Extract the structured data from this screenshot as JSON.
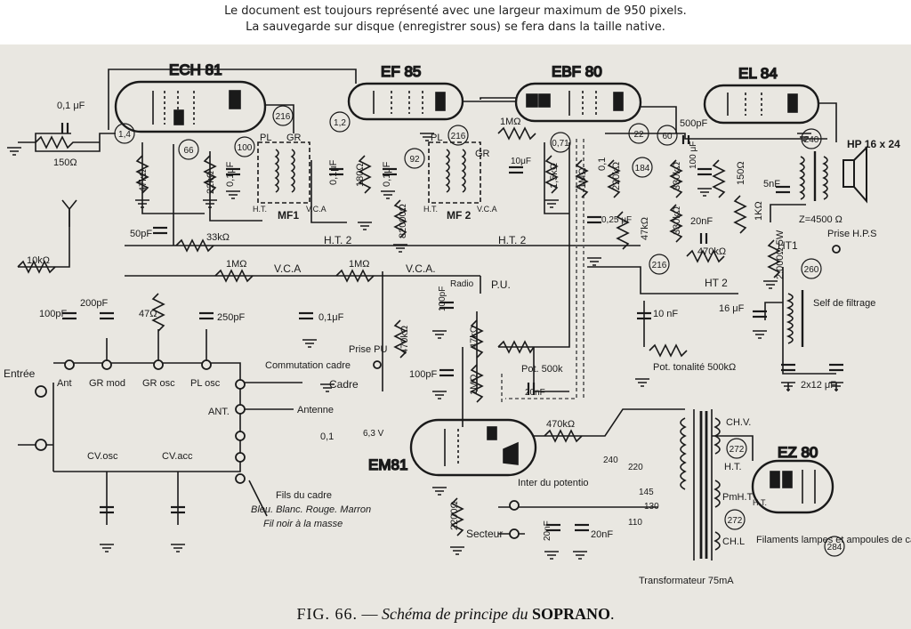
{
  "notice": {
    "line1": "Le document est toujours représenté avec une largeur maximum de 950 pixels.",
    "line2": "La sauvegarde sur disque (enregistrer sous) se fera dans la taille native."
  },
  "tubes": {
    "ech81": "ECH 81",
    "ef85": "EF 85",
    "ebf80": "EBF 80",
    "el84": "EL 84",
    "em81": "EM81",
    "ez80": "EZ 80"
  },
  "components": {
    "c_01uf": "0,1 μF",
    "r_150": "150Ω",
    "r_47k_a": "47kΩ",
    "r_22k": "22kΩ",
    "c_01_a": "0,1μF",
    "pl_1": "PL",
    "gr_1": "GR",
    "mf1": "MF1",
    "ht_1": "H.T.",
    "vca_1": "V.C.A",
    "c_01_b": "0,1μF",
    "r_180": "180Ω",
    "c_01_c": "0,1μF",
    "pl_2": "PL",
    "gr_2": "GR",
    "mf2": "MF 2",
    "ht_2": "H.T.",
    "vca_2": "V.C.A",
    "r_82000": "82000Ω",
    "r_1m_a": "1MΩ",
    "c_10uf": "10μF",
    "r_1_5k": "1,5kΩ",
    "c_0_1": "0,1",
    "r_1m_b": "1MΩ",
    "r_220k": "220kΩ",
    "c_0_25": "0,25 μF",
    "r_47k_b": "47kΩ",
    "c_500p": "500pF",
    "r_330k_a": "330kΩ",
    "r_330k_b": "330kΩ",
    "c_100uf": "100 μF",
    "r_150_b": "150Ω",
    "c_20nf_a": "20nF",
    "r_1k": "1KΩ",
    "r_470k_a": "470kΩ",
    "c_5nf": "5nF",
    "hp": "HP 16 x 24",
    "z": "Z=4500 Ω",
    "prise_hps": "Prise H.P.S",
    "ht1": "HT1",
    "r_2000": "2.000Ω 5W",
    "ht2_right": "HT 2",
    "c_16uf": "16 μF",
    "self_filtrage": "Self de filtrage",
    "c_2x12": "2x12 μF",
    "c_10nf": "10 nF",
    "pot_tonalite": "Pot. tonalité 500kΩ",
    "c_50pf": "50pF",
    "r_33k": "33kΩ",
    "ht2_mid": "H.T. 2",
    "ht2_mid2": "H.T. 2",
    "r_10k": "10kΩ",
    "r_1m_c": "1MΩ",
    "vca_3": "V.C.A",
    "r_1m_d": "1MΩ",
    "vca_4": "V.C.A.",
    "radio": "Radio",
    "pu": "P.U.",
    "c_100pf_a": "100pF",
    "c_200pf": "200pF",
    "r_47": "47Ω",
    "c_250pf": "250pF",
    "c_01_d": "0,1μF",
    "c_100pf_b": "100pF",
    "prise_pu": "Prise PU",
    "r_470k_b": "470kΩ",
    "c_100pf_c": "100pF",
    "r_47k_c": "47kΩ",
    "r_1m_e": "1MΩ",
    "pot_500k": "Pot. 500k",
    "c_20nf_b": "20nF",
    "entree": "Entrée",
    "ant": "Ant",
    "gr_mod": "GR mod",
    "gr_osc": "GR osc",
    "pl_osc": "PL osc",
    "commutation": "Commutation cadre",
    "cadre": "Cadre",
    "antenne": "Antenne",
    "ant_sw": "ANT.",
    "c_0_1_em": "0,1",
    "heater_em": "6,3 V",
    "r_470k_c": "470kΩ",
    "cv_osc": "CV.osc",
    "cv_acc": "CV.acc",
    "fils1": "Fils du cadre",
    "fils2": "Bleu. Blanc. Rouge. Marron",
    "fils3": "Fil noir à la masse",
    "r_2200": "2200Ω",
    "inter": "Inter du potentio",
    "secteur": "Secteur",
    "c_20nf_c": "20nF",
    "c_20nf_d": "20nF",
    "v240": "240",
    "v220": "220",
    "v145": "145",
    "v130": "130",
    "v110": "110",
    "chv": "CH.V.",
    "ht_tr": "H.T.",
    "pmht": "PmH.T",
    "ht_tr2": "H.T.",
    "chl": "CH.L",
    "filaments": "Filaments lampes et ampoules de cadran",
    "transfo": "Transformateur 75mA"
  },
  "callouts": {
    "c216a": "216",
    "c14": "1,4",
    "c66": "66",
    "c100": "100",
    "c12": "1,2",
    "c216b": "216",
    "c92": "92",
    "c71": "0,71",
    "c22": "22",
    "c60": "60",
    "c184": "184",
    "c240": "240",
    "c216c": "216",
    "c260": "260",
    "c272a": "272",
    "c272b": "272",
    "c284": "284"
  },
  "caption": {
    "fig": "FIG. 66.",
    "dash": " — ",
    "title": "Schéma de principe du ",
    "name": "SOPRANO",
    "end": "."
  }
}
